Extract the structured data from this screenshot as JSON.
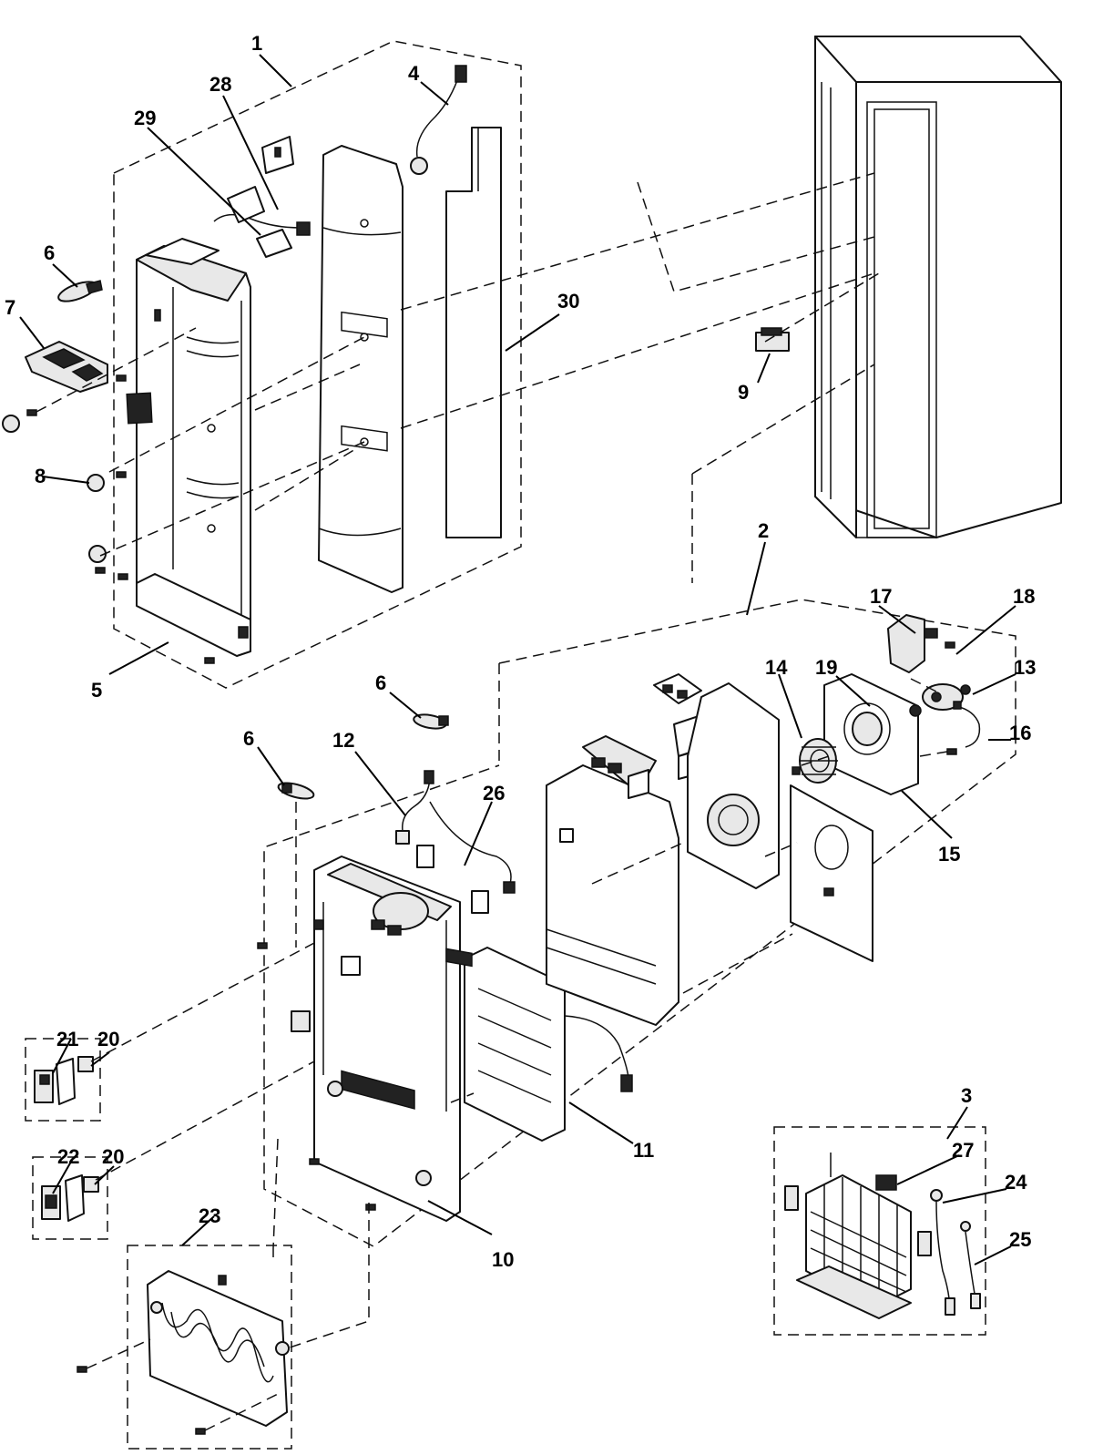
{
  "diagram": {
    "callouts": [
      {
        "id": "c1",
        "label": "1"
      },
      {
        "id": "c2",
        "label": "2"
      },
      {
        "id": "c3",
        "label": "3"
      },
      {
        "id": "c4",
        "label": "4"
      },
      {
        "id": "c5",
        "label": "5"
      },
      {
        "id": "c6a",
        "label": "6"
      },
      {
        "id": "c6b",
        "label": "6"
      },
      {
        "id": "c6c",
        "label": "6"
      },
      {
        "id": "c7",
        "label": "7"
      },
      {
        "id": "c8",
        "label": "8"
      },
      {
        "id": "c9",
        "label": "9"
      },
      {
        "id": "c10",
        "label": "10"
      },
      {
        "id": "c11",
        "label": "11"
      },
      {
        "id": "c12",
        "label": "12"
      },
      {
        "id": "c13",
        "label": "13"
      },
      {
        "id": "c14",
        "label": "14"
      },
      {
        "id": "c15",
        "label": "15"
      },
      {
        "id": "c16",
        "label": "16"
      },
      {
        "id": "c17",
        "label": "17"
      },
      {
        "id": "c18",
        "label": "18"
      },
      {
        "id": "c19",
        "label": "19"
      },
      {
        "id": "c20a",
        "label": "20"
      },
      {
        "id": "c20b",
        "label": "20"
      },
      {
        "id": "c21",
        "label": "21"
      },
      {
        "id": "c22",
        "label": "22"
      },
      {
        "id": "c23",
        "label": "23"
      },
      {
        "id": "c24",
        "label": "24"
      },
      {
        "id": "c25",
        "label": "25"
      },
      {
        "id": "c26",
        "label": "26"
      },
      {
        "id": "c27",
        "label": "27"
      },
      {
        "id": "c28",
        "label": "28"
      },
      {
        "id": "c29",
        "label": "29"
      },
      {
        "id": "c30",
        "label": "30"
      }
    ]
  }
}
